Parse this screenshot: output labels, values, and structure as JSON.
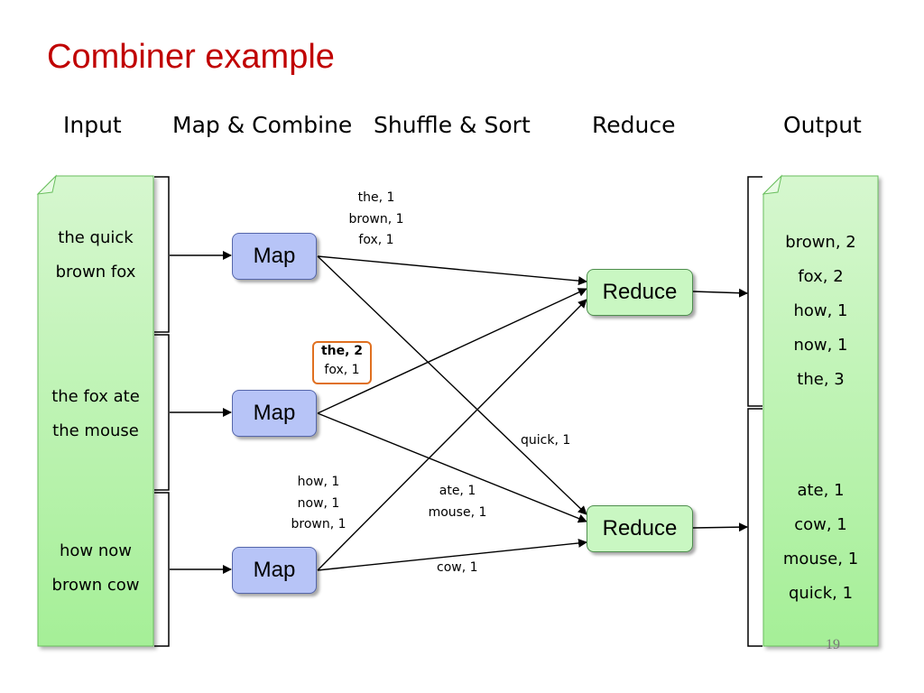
{
  "title": "Combiner example",
  "columns": {
    "input": "Input",
    "map_combine": "Map & Combine",
    "shuffle_sort": "Shuffle & Sort",
    "reduce": "Reduce",
    "output": "Output"
  },
  "inputs": [
    {
      "line1": "the quick",
      "line2": "brown fox"
    },
    {
      "line1": "the fox ate",
      "line2": "the mouse"
    },
    {
      "line1": "how now",
      "line2": "brown cow"
    }
  ],
  "mappers": [
    "Map",
    "Map",
    "Map"
  ],
  "reducers": [
    "Reduce",
    "Reduce"
  ],
  "map_outputs": {
    "map1": [
      "the, 1",
      "brown, 1",
      "fox, 1"
    ],
    "map2": [
      "the, 2",
      "fox, 1"
    ],
    "map3": [
      "how, 1",
      "now, 1",
      "brown, 1"
    ]
  },
  "shuffle_labels": {
    "quick": "quick, 1",
    "ate_mouse": [
      "ate, 1",
      "mouse, 1"
    ],
    "cow": "cow, 1"
  },
  "outputs": [
    [
      "brown, 2",
      "fox, 2",
      "how, 1",
      "now, 1",
      "the, 3"
    ],
    [
      "ate, 1",
      "cow, 1",
      "mouse, 1",
      "quick, 1"
    ]
  ],
  "page_number": "19",
  "colors": {
    "title": "#c00000",
    "map_fill": "#b7c4f7",
    "reduce_fill": "#c9f7c2",
    "doc_fill_top": "#d6f7cf",
    "doc_fill_bottom": "#a5ef97",
    "highlight_border": "#e07020"
  }
}
